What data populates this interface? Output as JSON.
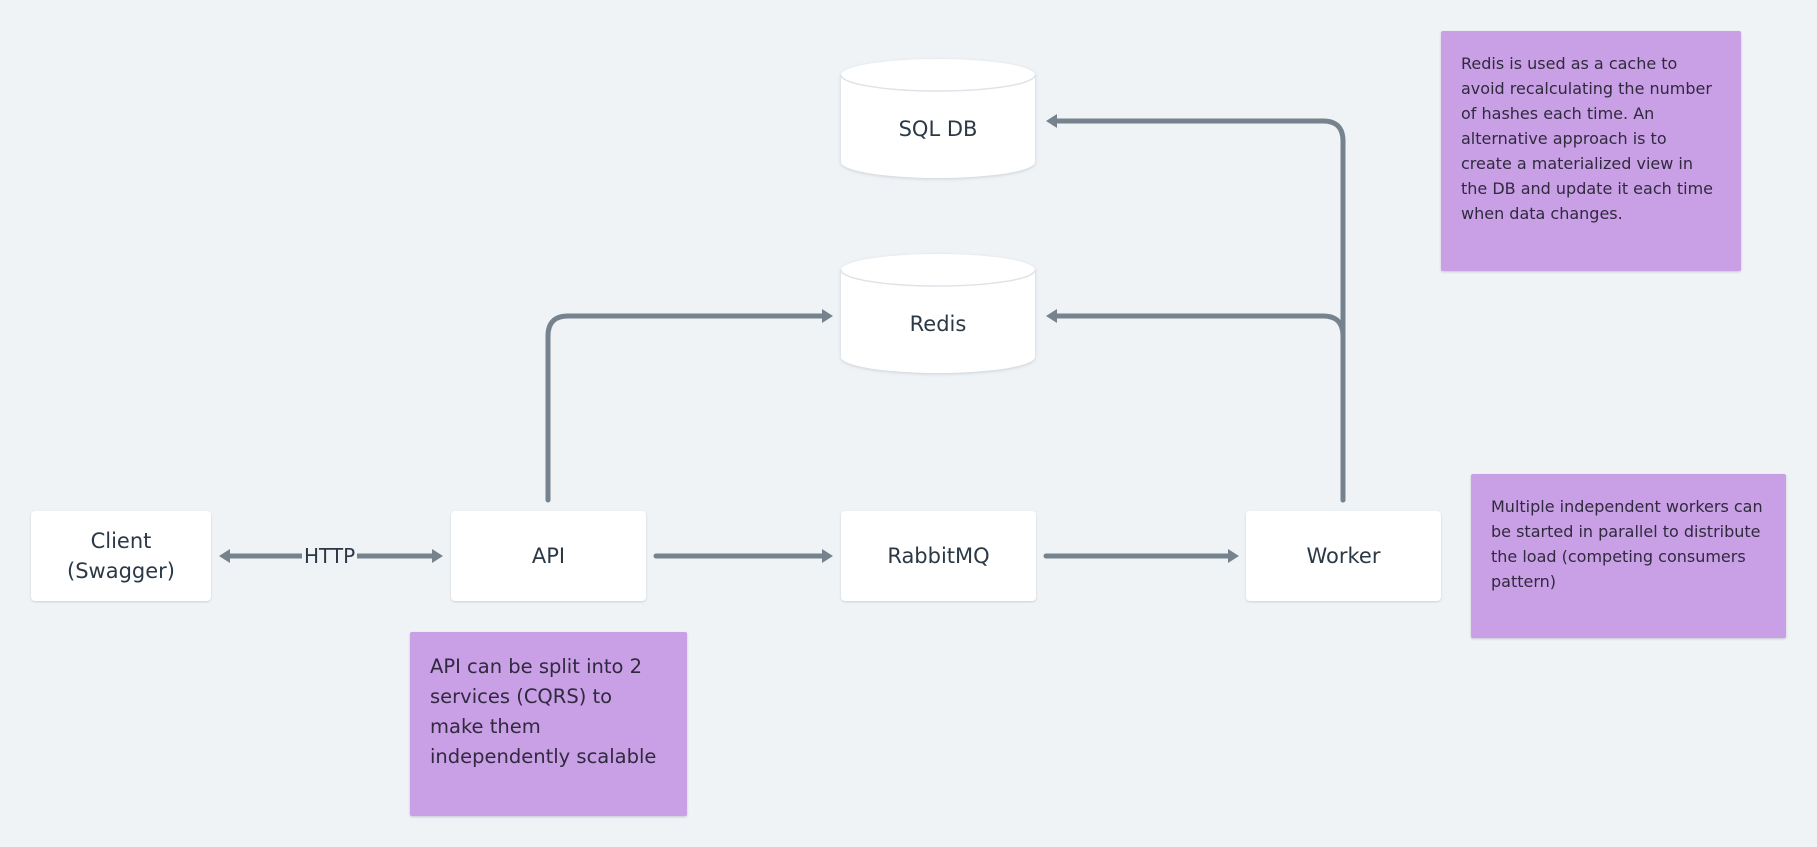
{
  "diagram": {
    "nodes": {
      "client": {
        "label": "Client\n(Swagger)"
      },
      "api": {
        "label": "API"
      },
      "rabbitmq": {
        "label": "RabbitMQ"
      },
      "worker": {
        "label": "Worker"
      },
      "sql_db": {
        "label": "SQL DB",
        "shape": "cylinder"
      },
      "redis": {
        "label": "Redis",
        "shape": "cylinder"
      }
    },
    "edges": [
      {
        "from": "client",
        "to": "api",
        "label": "HTTP",
        "direction": "both"
      },
      {
        "from": "api",
        "to": "rabbitmq",
        "label": "",
        "direction": "forward"
      },
      {
        "from": "rabbitmq",
        "to": "worker",
        "label": "",
        "direction": "forward"
      },
      {
        "from": "api",
        "to": "redis",
        "label": "",
        "direction": "forward"
      },
      {
        "from": "worker",
        "to": "redis",
        "label": "",
        "direction": "forward"
      },
      {
        "from": "worker",
        "to": "sql_db",
        "label": "",
        "direction": "forward"
      }
    ],
    "notes": {
      "redis_cache": "Redis is used as a cache to avoid recalculating the number of hashes each time. An alternative approach is to create a materialized view in the DB and update it each time when data changes.",
      "workers": "Multiple independent workers can be started in parallel to distribute the load (competing consumers pattern)",
      "api_split": "API can be split into 2 services (CQRS) to make them independently scalable"
    }
  },
  "colors": {
    "background": "#eff3f6",
    "node_fill": "#ffffff",
    "text": "#2b3947",
    "connector": "#76838f",
    "note_fill": "#c99fe6"
  }
}
